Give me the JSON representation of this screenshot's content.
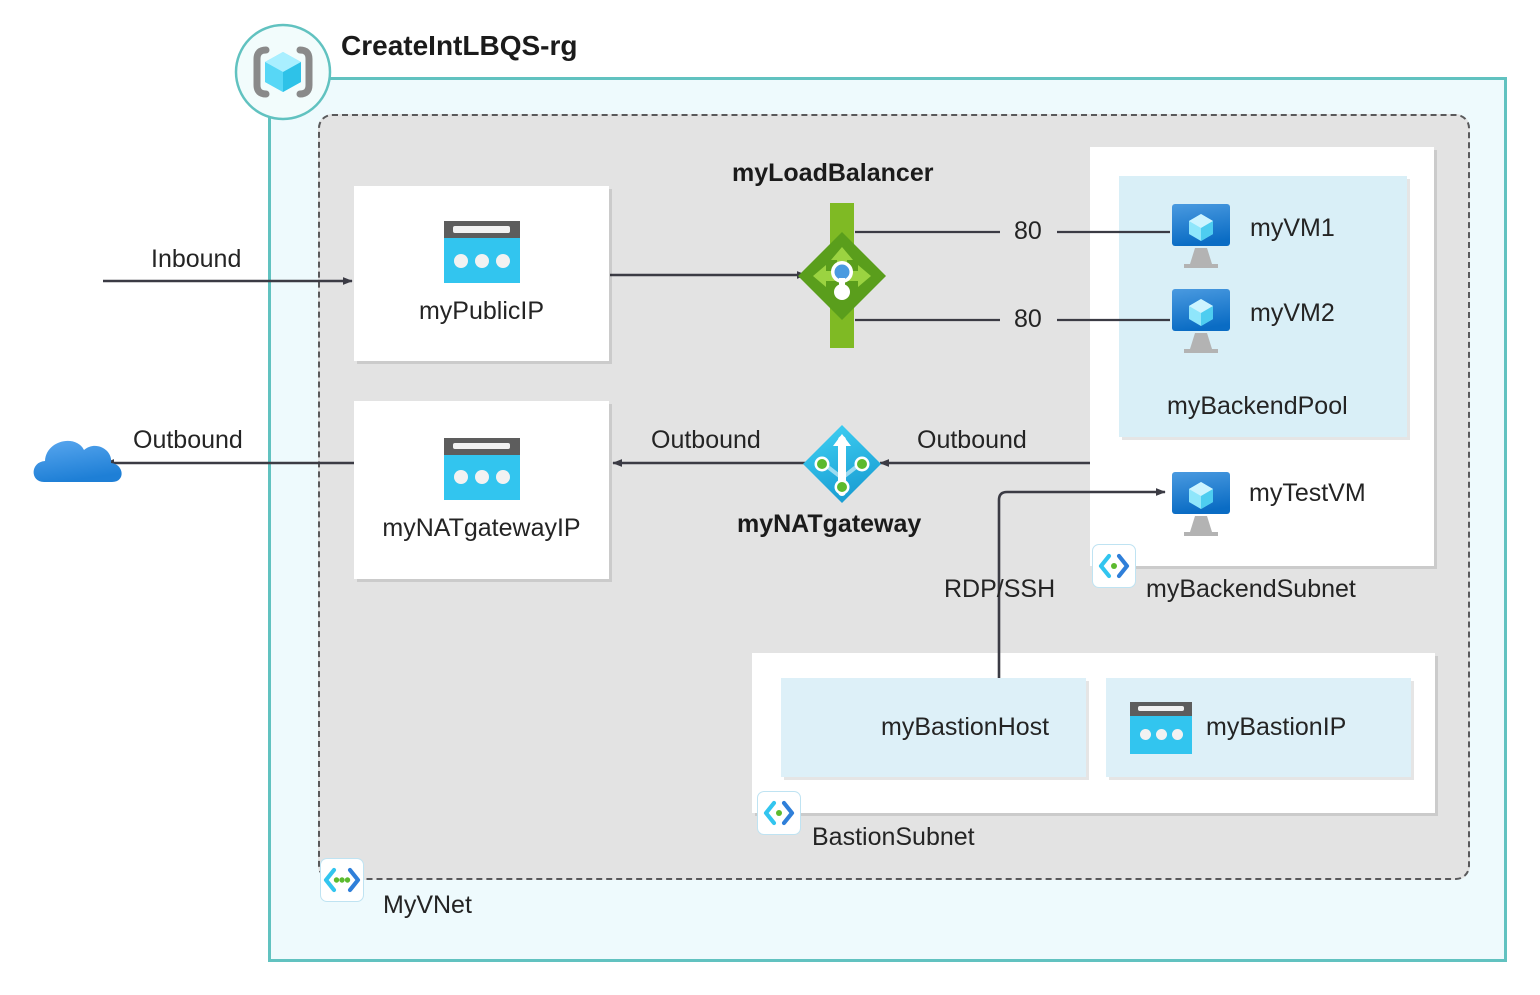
{
  "diagram": {
    "title": "CreateIntLBQS-rg",
    "resource_group_label": "CreateIntLBQS-rg",
    "vnet_label": "MyVNet",
    "colors": {
      "resource_group_border": "#61c2c0",
      "resource_group_fill": "#eefafd",
      "vnet_fill": "#e3e3e3",
      "vnet_border": "#59595b",
      "pale_panel": "#d9eff7",
      "tile_fill": "#ddf0f8",
      "load_balancer_green": "#7fba24",
      "nat_gateway_cyan": "#32c5ef",
      "line": "#3b3b44",
      "text": "#242424"
    }
  },
  "icons": {
    "resource_group": "resource-group-icon",
    "public_ip": "public-ip-icon",
    "load_balancer": "load-balancer-icon",
    "nat_gateway": "nat-gateway-icon",
    "virtual_machine": "virtual-machine-icon",
    "bastion_host": "bastion-host-icon",
    "subnet": "subnet-icon",
    "vnet": "vnet-icon",
    "cloud": "cloud-icon"
  },
  "flows": {
    "inbound": "Inbound",
    "outbound_internet": "Outbound",
    "outbound_to_natip": "Outbound",
    "outbound_from_subnet": "Outbound",
    "rdp_ssh": "RDP/SSH",
    "port_vm1": "80",
    "port_vm2": "80"
  },
  "resources": {
    "public_ip": "myPublicIP",
    "nat_gateway_ip": "myNATgatewayIP",
    "load_balancer": "myLoadBalancer",
    "nat_gateway": "myNATgateway",
    "vm1": "myVM1",
    "vm2": "myVM2",
    "backend_pool": "myBackendPool",
    "test_vm": "myTestVM",
    "backend_subnet": "myBackendSubnet",
    "bastion_host": "myBastionHost",
    "bastion_ip": "myBastionIP",
    "bastion_subnet": "BastionSubnet"
  }
}
